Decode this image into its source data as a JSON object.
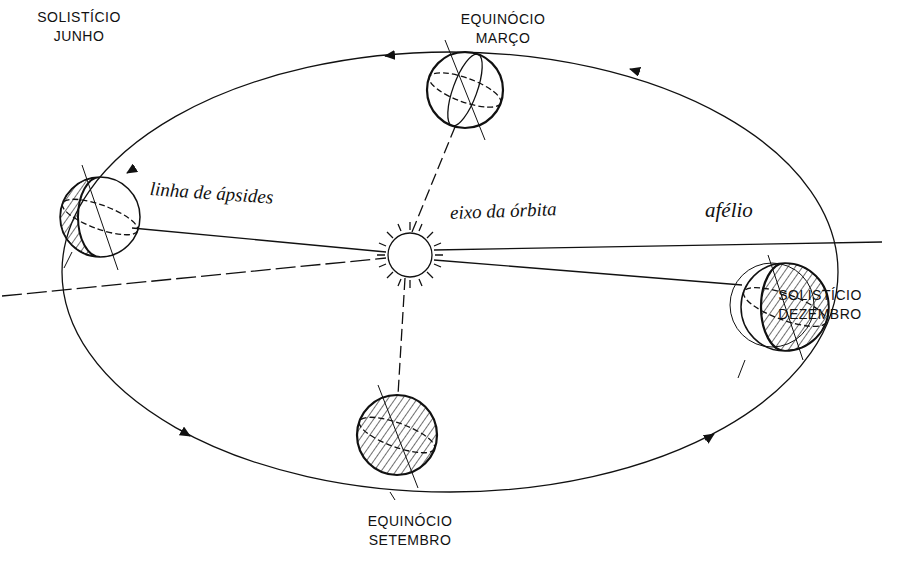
{
  "diagram": {
    "labels": [
      "EQUINÓCIO MARÇO",
      "SOLISTÍCIO JUNHO",
      "linha de ápsides",
      "eixo da órbita",
      "afélio",
      "SOLISTÍCIO DEZEMBRO",
      "EQUINÓCIO SETEMBRO"
    ]
  }
}
